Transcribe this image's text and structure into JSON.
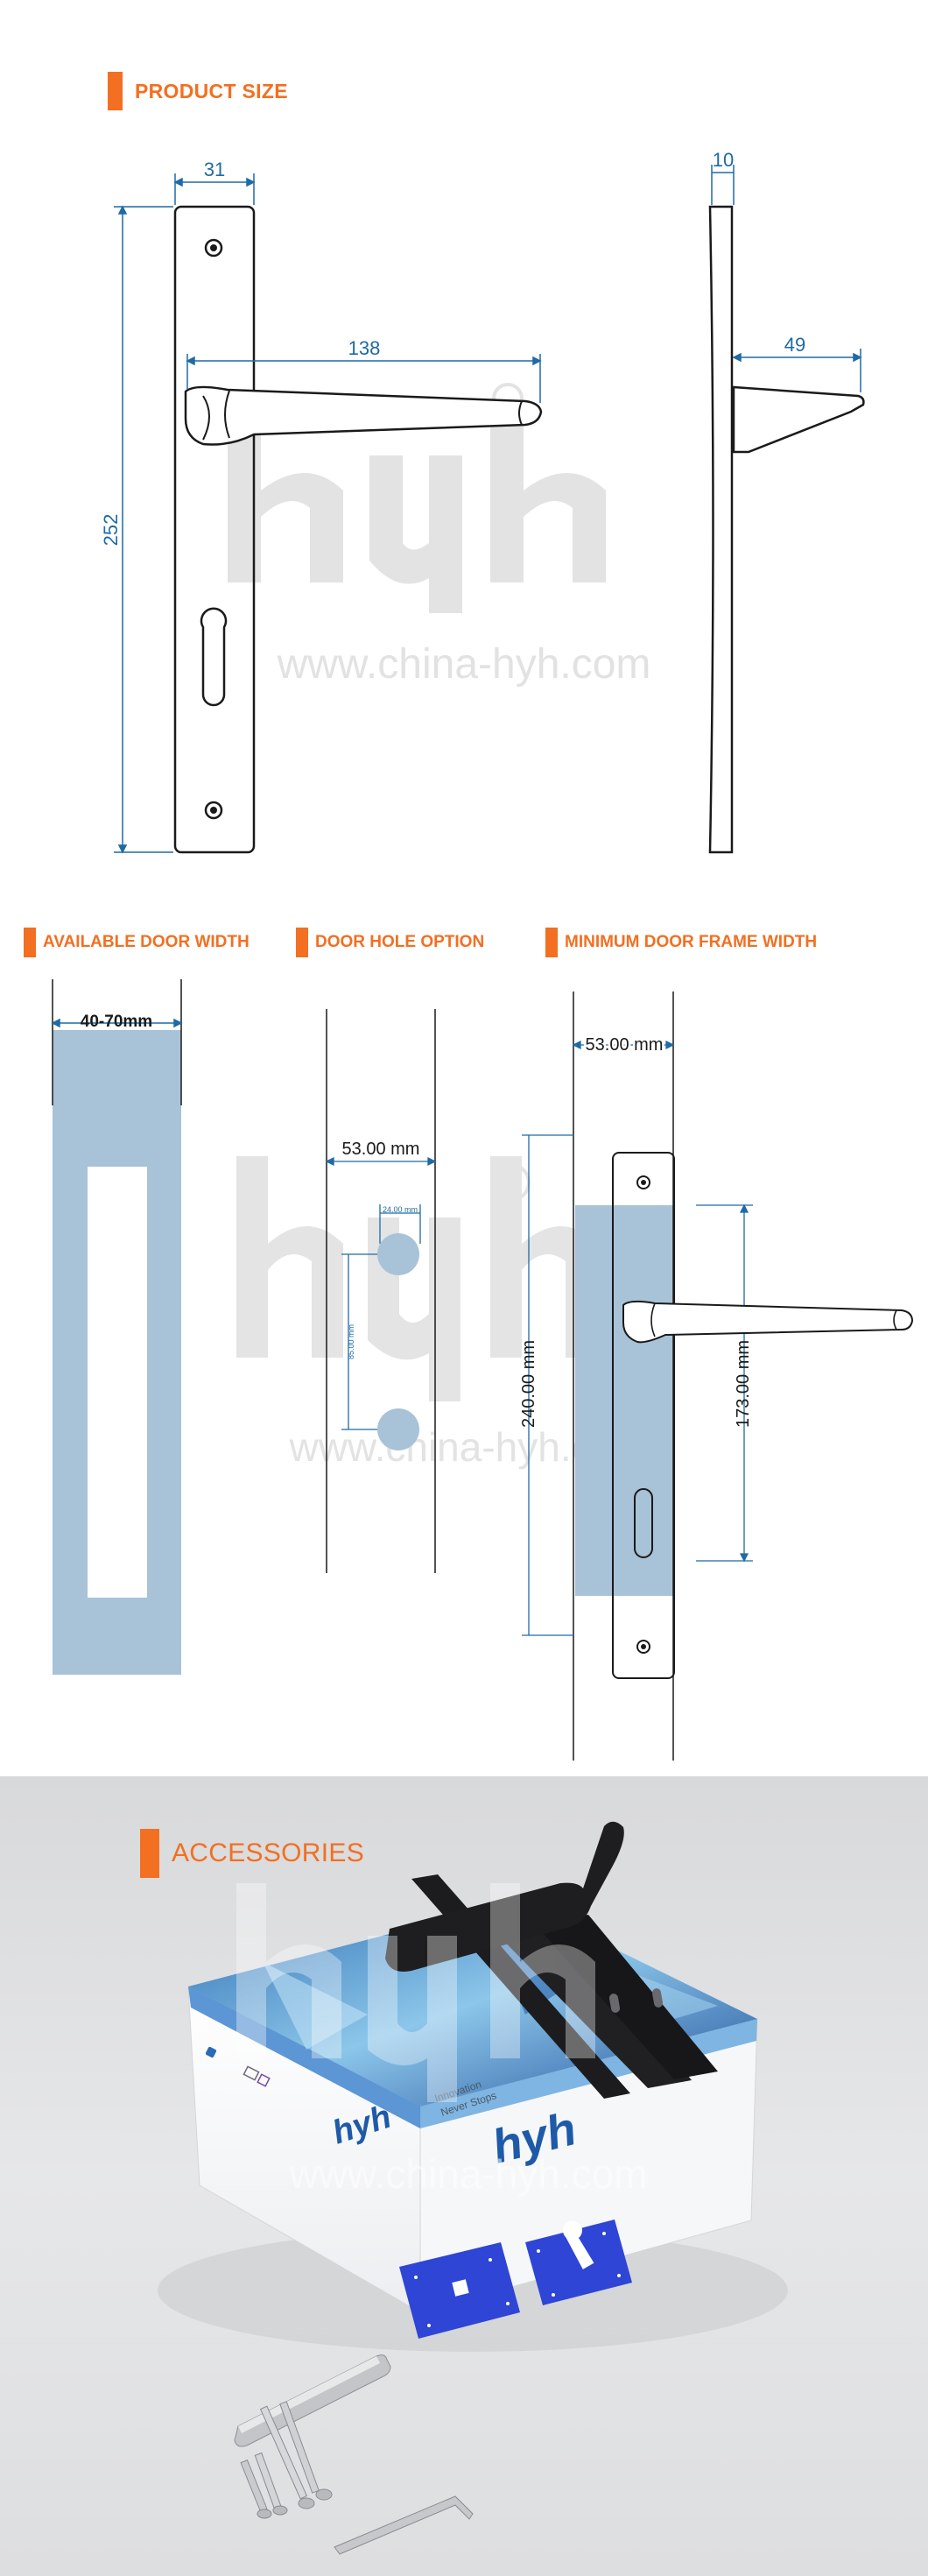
{
  "product_size": {
    "title": "PRODUCT SIZE",
    "dims": {
      "plate_width": "31",
      "handle_length": "138",
      "plate_height": "252",
      "side_depth": "10",
      "handle_projection": "49"
    }
  },
  "watermark": {
    "logo": "hyh",
    "url": "www.china-hyh.com"
  },
  "door_width": {
    "title": "AVAILABLE DOOR WIDTH",
    "range": "40-70mm"
  },
  "door_hole": {
    "title": "DOOR HOLE OPTION",
    "backset": "53.00 mm",
    "hole_dia": "24.00 mm",
    "center_dist": "85.00 mm"
  },
  "min_frame": {
    "title": "MINIMUM DOOR FRAME WIDTH",
    "backset": "53.00 mm",
    "height": "240.00 mm",
    "center": "173.00 mm"
  },
  "accessories": {
    "title": "ACCESSORIES",
    "box_logo": "hyh",
    "box_slogan_1": "Innovation",
    "box_slogan_2": "Never Stops"
  },
  "colors": {
    "accent": "#f36f21",
    "dimension": "#1f6aa5",
    "blue_panel": "#a8c2d8",
    "box_blue": "#1e5aa8"
  }
}
